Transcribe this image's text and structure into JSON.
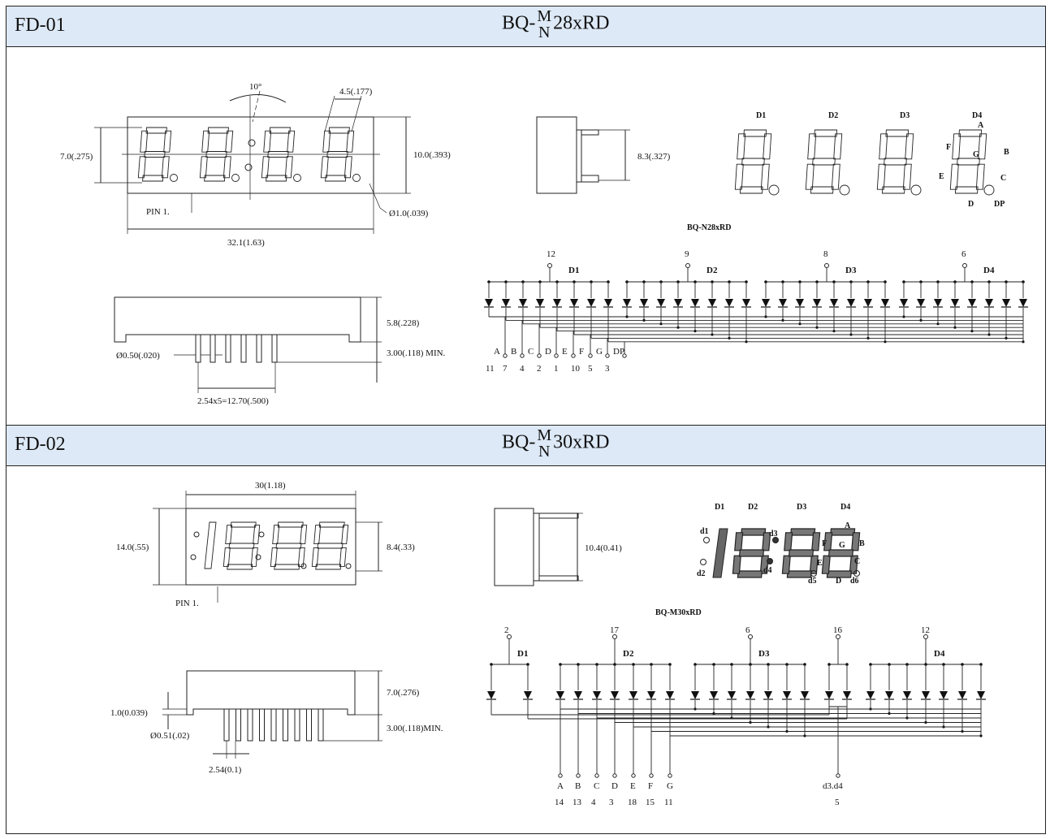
{
  "sections": [
    {
      "code": "FD-01",
      "part_prefix": "BQ-",
      "part_top": "M",
      "part_bottom": "N",
      "part_suffix": "28xRD",
      "dims": {
        "angle": "10°",
        "seg_width": "4.5(.177)",
        "digit_height": "7.0(.275)",
        "total_height": "10.0(.393)",
        "pin1": "PIN 1.",
        "dp_dia": "Ø1.0(.039)",
        "length": "32.1(1.63)",
        "side_depth": "8.3(.327)",
        "body_height": "5.8(.228)",
        "pin_dia": "Ø0.50(.020)",
        "pin_len": "3.00(.118) MIN.",
        "pitch": "2.54x5=12.70(.500)"
      },
      "digits": [
        "D1",
        "D2",
        "D3",
        "D4"
      ],
      "segments": [
        "A",
        "B",
        "C",
        "D",
        "E",
        "F",
        "G",
        "DP"
      ],
      "model": "BQ-N28xRD",
      "common_pins": [
        "12",
        "9",
        "8",
        "6"
      ],
      "seg_pins": [
        "11",
        "7",
        "4",
        "2",
        "1",
        "10",
        "5",
        "3"
      ]
    },
    {
      "code": "FD-02",
      "part_prefix": "BQ-",
      "part_top": "M",
      "part_bottom": "N",
      "part_suffix": "30xRD",
      "dims": {
        "length": "30(1.18)",
        "total_height": "14.0(.55)",
        "digit_height": "8.4(.33)",
        "pin1": "PIN 1.",
        "side_depth": "10.4(0.41)",
        "body_height": "7.0(.276)",
        "stand": "1.0(0.039)",
        "pin_dia": "Ø0.51(.02)",
        "pin_len": "3.00(.118)MIN.",
        "pitch": "2.54(0.1)"
      },
      "digits": [
        "D1",
        "D2",
        "D3",
        "D4"
      ],
      "segments": [
        "A",
        "B",
        "C",
        "D",
        "E",
        "F",
        "G"
      ],
      "dots": [
        "d1",
        "d2",
        "d3",
        "d4",
        "d5",
        "d6"
      ],
      "model": "BQ-M30xRD",
      "common_pins": [
        "2",
        "17",
        "6",
        "16",
        "12"
      ],
      "seg_pins": [
        "14",
        "13",
        "4",
        "3",
        "18",
        "15",
        "11"
      ],
      "dot_pin_label": "d3.d4",
      "dot_pin": "5"
    }
  ]
}
